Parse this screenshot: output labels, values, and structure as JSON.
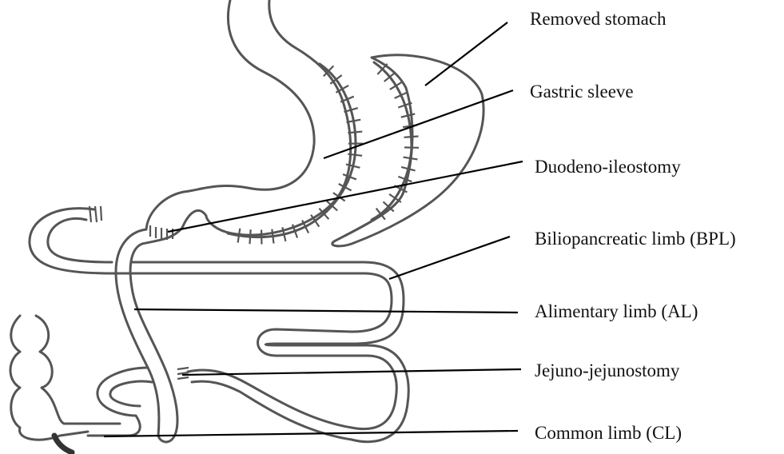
{
  "labels": {
    "removed_stomach": "Removed stomach",
    "gastric_sleeve": "Gastric sleeve",
    "duodeno_ileostomy": "Duodeno-ileostomy",
    "biliopancreatic_limb": "Biliopancreatic limb (BPL)",
    "alimentary_limb": "Alimentary limb (AL)",
    "jejuno_jejunostomy": "Jejuno-jejunostomy",
    "common_limb": "Common limb (CL)"
  },
  "colors": {
    "outline": "#555555",
    "leader": "#000000",
    "text": "#111111",
    "colon_stub": "#333333"
  }
}
